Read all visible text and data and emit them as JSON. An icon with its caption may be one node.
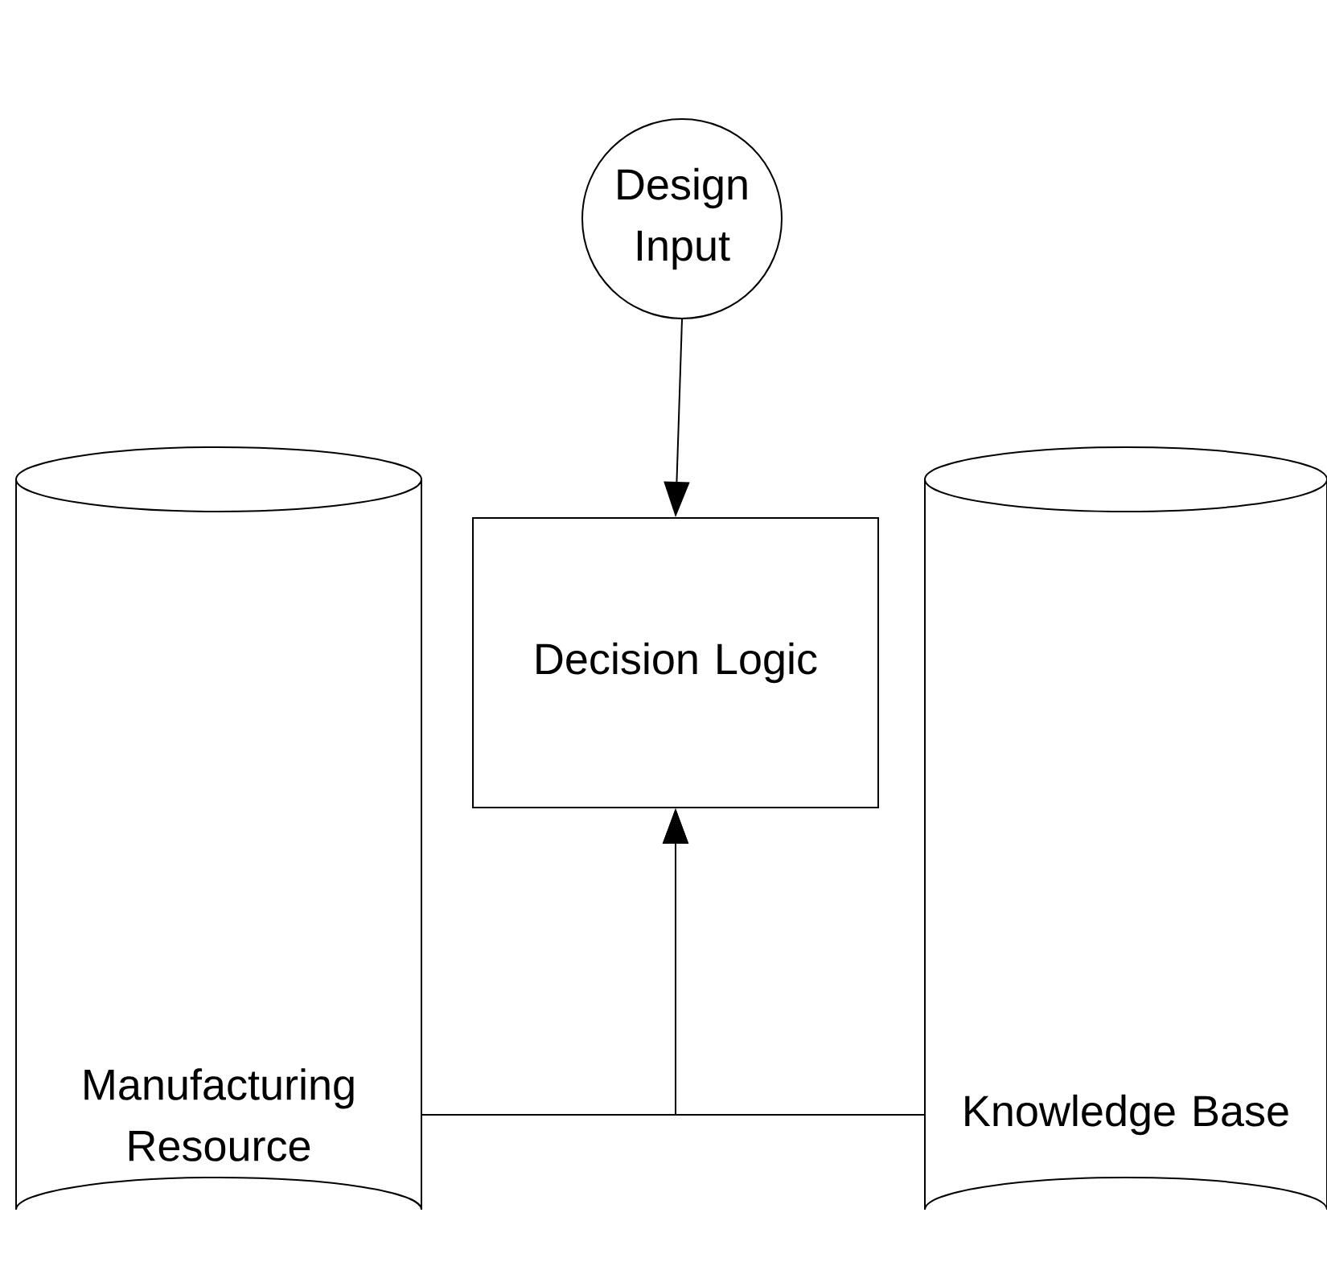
{
  "diagram": {
    "nodes": [
      {
        "text": [
          "Design Input"
        ]
      },
      {
        "text": [
          "Decision Logic"
        ]
      },
      {
        "text": [
          "Manufacturing Resource"
        ]
      },
      {
        "text": [
          "Knowledge Base"
        ]
      }
    ],
    "edges": [
      {
        "from": 0,
        "to": 1,
        "arrow": "to"
      },
      {
        "from": 2,
        "to": 1,
        "arrow": "to"
      },
      {
        "from": 3,
        "to": 1,
        "arrow": "to"
      }
    ]
  }
}
